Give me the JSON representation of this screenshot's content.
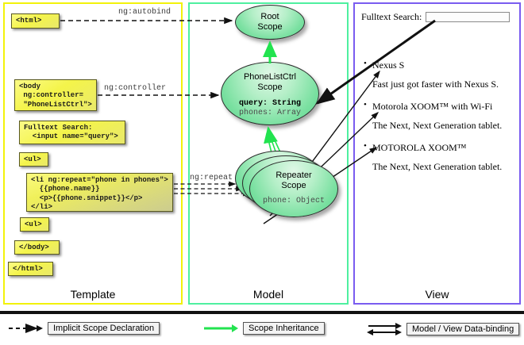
{
  "panels": {
    "template": {
      "label": "Template",
      "border_color": "#f2f20a",
      "boxes": [
        {
          "name": "html-open",
          "text": "<html>"
        },
        {
          "name": "body-open",
          "text": "<body\n ng:controller=\n \"PhoneListCtrl\">"
        },
        {
          "name": "fulltext-search",
          "text": "Fulltext Search:\n  <input name=\"query\">"
        },
        {
          "name": "ul-open",
          "text": "<ul>"
        },
        {
          "name": "li-repeat",
          "text": "<li ng:repeat=\"phone in phones\">\n  {{phone.name}}\n  <p>{{phone.snippet}}</p>\n</li>"
        },
        {
          "name": "ul-close",
          "text": "<ul>"
        },
        {
          "name": "body-close",
          "text": "</body>"
        },
        {
          "name": "html-close",
          "text": "</html>"
        }
      ]
    },
    "model": {
      "label": "Model",
      "border_color": "#4ef0a0",
      "scopes": [
        {
          "name": "root-scope",
          "title": "Root\nScope",
          "props": []
        },
        {
          "name": "phonelistctrl-scope",
          "title": "PhoneListCtrl\nScope",
          "props": [
            {
              "text": "query: String",
              "emphasis": "bold"
            },
            {
              "text": "phones: Array",
              "emphasis": "dim"
            }
          ]
        },
        {
          "name": "repeater-scope",
          "title": "Repeater\nScope",
          "props": [
            {
              "text": "phone: Object",
              "emphasis": "dim"
            }
          ]
        }
      ]
    },
    "view": {
      "label": "View",
      "border_color": "#7a5cf0",
      "search_label": "Fulltext Search:",
      "search_value": "",
      "search_placeholder": "",
      "items": [
        {
          "title": "Nexus S",
          "snippet": "Fast just got faster with Nexus S."
        },
        {
          "title": "Motorola XOOM™  with Wi-Fi",
          "snippet": "The Next, Next Generation tablet."
        },
        {
          "title": "MOTOROLA XOOM™",
          "snippet": "The Next, Next Generation tablet."
        }
      ]
    }
  },
  "connectors": [
    {
      "name": "ng-autobind",
      "label": "ng:autobind"
    },
    {
      "name": "ng-controller",
      "label": "ng:controller"
    },
    {
      "name": "ng-repeat",
      "label": "ng:repeat"
    }
  ],
  "legend": [
    {
      "name": "implicit-scope-declaration",
      "label": "Implicit Scope Declaration",
      "arrow": "dashed-black"
    },
    {
      "name": "scope-inheritance",
      "label": "Scope Inheritance",
      "arrow": "solid-green"
    },
    {
      "name": "model-view-data-binding",
      "label": "Model / View Data-binding",
      "arrow": "double-black"
    }
  ],
  "colors": {
    "template_border": "#f2f20a",
    "model_border": "#4ef0a0",
    "view_border": "#7a5cf0",
    "inheritance_arrow": "#22e34f",
    "code_box_fill": "#f0f04a",
    "scope_fill": "#7adda0"
  }
}
